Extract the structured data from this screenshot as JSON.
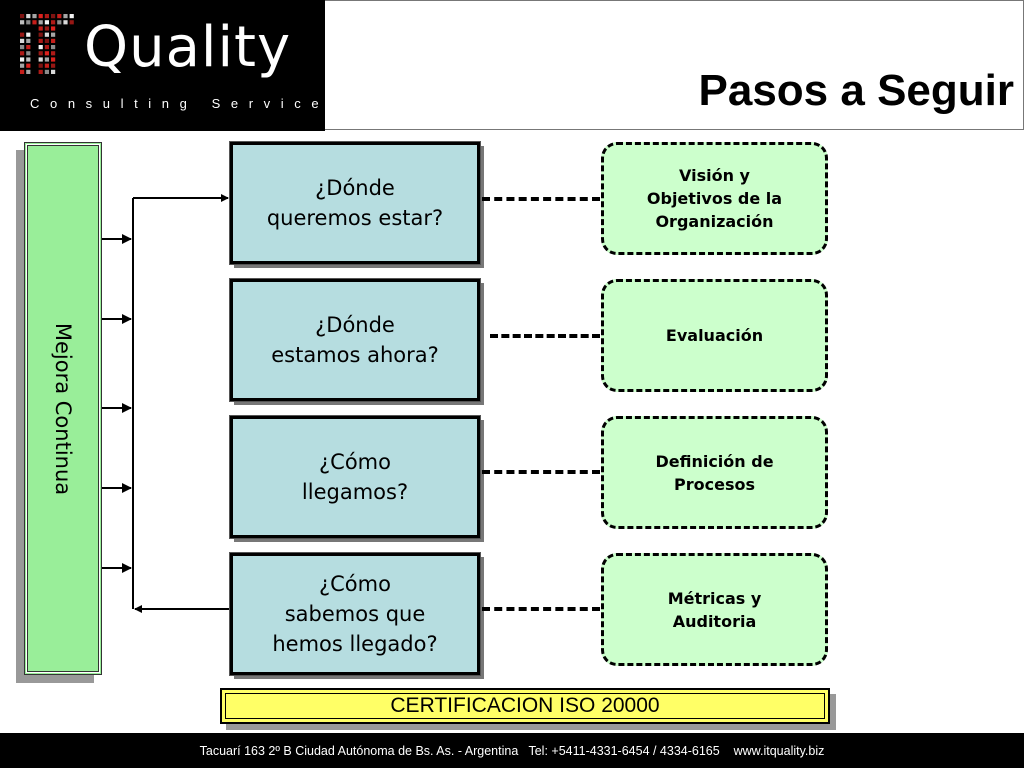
{
  "header": {
    "logo_word": "Quality",
    "logo_subtitle": "Consulting  Services",
    "title": "Pasos a Seguir",
    "logo_icon": "dotted-it-logo-icon"
  },
  "diagram": {
    "side_label": "Mejora Continua",
    "steps": [
      {
        "question": "¿Dónde\nqueremos estar?",
        "result": "Visión y\nObjetivos de la\nOrganización"
      },
      {
        "question": "¿Dónde\nestamos ahora?",
        "result": "Evaluación"
      },
      {
        "question": "¿Cómo\nllegamos?",
        "result": "Definición de\nProcesos"
      },
      {
        "question": "¿Cómo\nsabemos que\nhemos llegado?",
        "result": "Métricas y\nAuditoria"
      }
    ],
    "certification": "CERTIFICACION ISO 20000"
  },
  "footer": {
    "text": "Tacuarí 163 2º B Ciudad Autónoma de Bs. As. - Argentina   Tel: +5411-4331-6454 / 4334-6165    www.itquality.biz"
  },
  "colors": {
    "step_fill": "#b6dde0",
    "result_fill": "#ccffcc",
    "side_fill": "#99ee99",
    "cert_fill": "#ffff66",
    "header_bg": "#000000"
  }
}
